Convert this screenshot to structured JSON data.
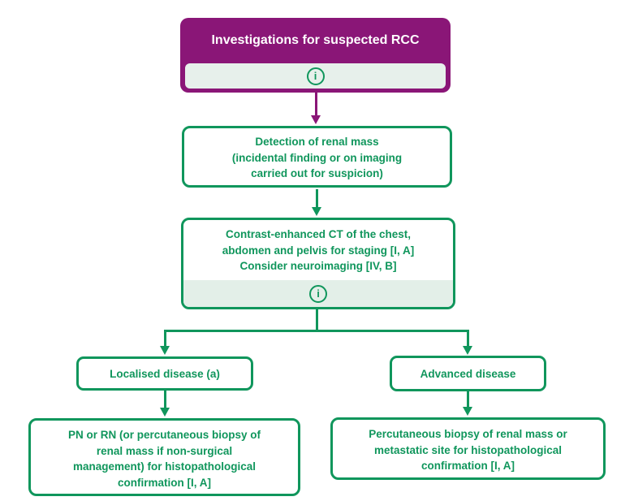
{
  "colors": {
    "purple": "#8A1677",
    "green": "#10965C",
    "header_strip_bg": "#E7F0EB",
    "ct_strip_bg": "#E3EFE8",
    "canvas_bg": "#FFFFFF"
  },
  "icons": {
    "info_glyph": "i"
  },
  "header": {
    "title": "Investigations for suspected RCC"
  },
  "boxes": {
    "detection": {
      "lines": [
        "Detection of renal mass",
        "(incidental finding or on imaging",
        "carried out for suspicion)"
      ]
    },
    "ct_staging": {
      "lines": [
        "Contrast-enhanced CT of the chest,",
        "abdomen and pelvis for staging [I, A]",
        "Consider neuroimaging [IV, B]"
      ]
    },
    "localised": {
      "label": "Localised disease (a)"
    },
    "advanced": {
      "label": "Advanced disease"
    },
    "pn_rn": {
      "lines": [
        "PN or RN (or percutaneous biopsy of",
        "renal mass if non-surgical",
        "management) for histopathological",
        "confirmation [I, A]"
      ]
    },
    "percutaneous": {
      "lines": [
        "Percutaneous biopsy of renal mass or",
        "metastatic site for histopathological",
        "confirmation [I, A]"
      ]
    }
  }
}
